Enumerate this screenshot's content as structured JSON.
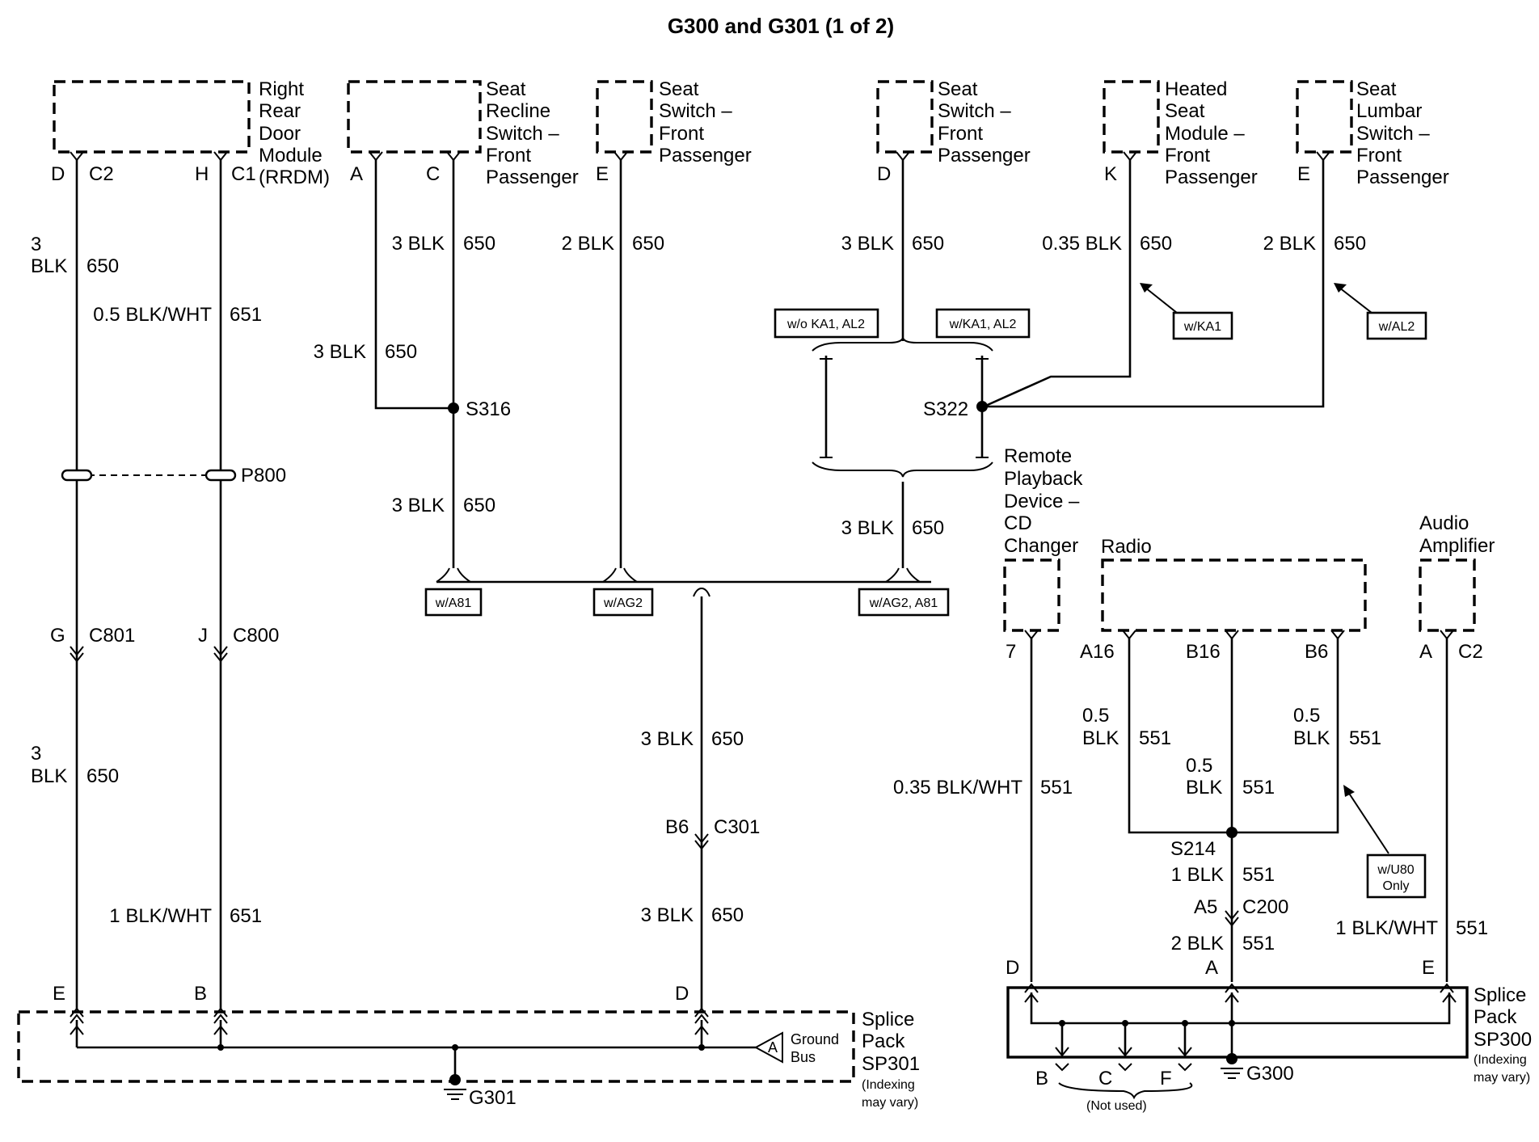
{
  "title": "G300 and G301 (1 of 2)",
  "components": {
    "rrdm": [
      "Right",
      "Rear",
      "Door",
      "Module",
      "(RRDM)"
    ],
    "seat_recline": [
      "Seat",
      "Recline",
      "Switch –",
      "Front",
      "Passenger"
    ],
    "seat_switch_1": [
      "Seat",
      "Switch –",
      "Front",
      "Passenger"
    ],
    "seat_switch_2": [
      "Seat",
      "Switch –",
      "Front",
      "Passenger"
    ],
    "heated_seat": [
      "Heated",
      "Seat",
      "Module –",
      "Front",
      "Passenger"
    ],
    "seat_lumbar": [
      "Seat",
      "Lumbar",
      "Switch –",
      "Front",
      "Passenger"
    ],
    "cd_changer": [
      "Remote",
      "Playback",
      "Device –",
      "CD",
      "Changer"
    ],
    "radio": "Radio",
    "amplifier": [
      "Audio",
      "Amplifier"
    ],
    "sp301": [
      "Splice",
      "Pack",
      "SP301"
    ],
    "sp300": [
      "Splice",
      "Pack",
      "SP300"
    ],
    "indexing_note": [
      "(Indexing",
      "may vary)"
    ],
    "ground_bus": [
      "Ground",
      "Bus"
    ],
    "ground_bus_letter": "A"
  },
  "pins": {
    "rrdm_d": "D",
    "rrdm_c2": "C2",
    "rrdm_h": "H",
    "rrdm_c1": "C1",
    "recline_a": "A",
    "recline_c": "C",
    "seat1_e": "E",
    "seat2_d": "D",
    "heated_k": "K",
    "lumbar_e": "E",
    "cd_7": "7",
    "radio_a16": "A16",
    "radio_b16": "B16",
    "radio_b6": "B6",
    "amp_a": "A",
    "amp_c2": "C2",
    "c801_g": "G",
    "c801": "C801",
    "c800_j": "J",
    "c800": "C800",
    "c301_b6": "B6",
    "c301": "C301",
    "c200_a5": "A5",
    "c200": "C200",
    "sp301_e": "E",
    "sp301_b": "B",
    "sp301_d": "D",
    "sp300_d": "D",
    "sp300_a": "A",
    "sp300_e": "E",
    "sp300_b": "B",
    "sp300_c": "C",
    "sp300_f": "F",
    "not_used": "(Not used)"
  },
  "wires": {
    "w1_gauge": [
      "3",
      "BLK"
    ],
    "w1_circuit": "650",
    "w2": "0.5 BLK/WHT",
    "w2_circuit": "651",
    "w3": "3 BLK",
    "w3_circuit": "650",
    "w4": "3 BLK",
    "w4_circuit": "650",
    "w5": "2 BLK",
    "w5_circuit": "650",
    "w6": "3 BLK",
    "w6_circuit": "650",
    "w7": "0.35 BLK",
    "w7_circuit": "650",
    "w8": "2 BLK",
    "w8_circuit": "650",
    "w9": "3 BLK",
    "w9_circuit": "650",
    "w10": "3 BLK",
    "w10_circuit": "650",
    "w11_gauge": [
      "3",
      "BLK"
    ],
    "w11_circuit": "650",
    "w12": "1 BLK/WHT",
    "w12_circuit": "651",
    "w13": "3 BLK",
    "w13_circuit": "650",
    "w14": "3 BLK",
    "w14_circuit": "650",
    "w15": "0.35 BLK/WHT",
    "w15_circuit": "551",
    "w16_gauge": [
      "0.5",
      "BLK"
    ],
    "w16_circuit": "551",
    "w17_gauge": [
      "0.5",
      "BLK"
    ],
    "w17_circuit": "551",
    "w18_gauge": [
      "0.5",
      "BLK"
    ],
    "w18_circuit": "551",
    "w19": "1 BLK",
    "w19_circuit": "551",
    "w20": "2 BLK",
    "w20_circuit": "551",
    "w21": "1 BLK/WHT",
    "w21_circuit": "551"
  },
  "splices": {
    "s316": "S316",
    "s322": "S322",
    "s214": "S214",
    "p800": "P800"
  },
  "grounds": {
    "g301": "G301",
    "g300": "G300"
  },
  "options": {
    "wo_ka1_al2": "w/o KA1, AL2",
    "w_ka1_al2": "w/KA1, AL2",
    "w_ka1": "w/KA1",
    "w_al2": "w/AL2",
    "w_a81": "w/A81",
    "w_ag2": "w/AG2",
    "w_ag2_a81": "w/AG2, A81",
    "w_u80": [
      "w/U80",
      "Only"
    ]
  }
}
